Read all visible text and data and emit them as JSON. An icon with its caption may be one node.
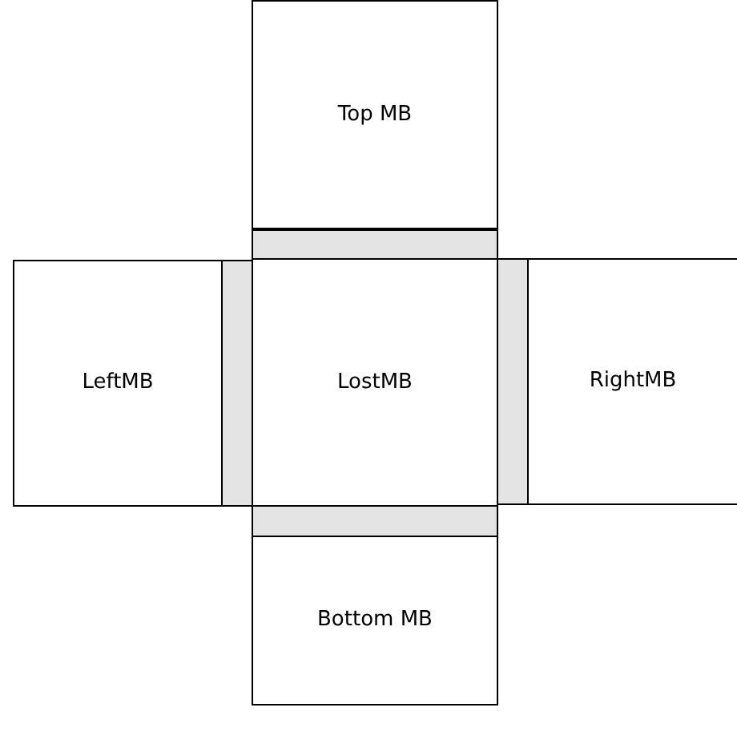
{
  "diagram": {
    "nodes": [
      {
        "text": [
          "Top MB"
        ]
      },
      {
        "text": [],
        "shape": "bar"
      },
      {
        "text": [
          "LeftMB"
        ]
      },
      {
        "text": [],
        "shape": "bar"
      },
      {
        "text": [
          "LostMB"
        ]
      },
      {
        "text": [],
        "shape": "bar"
      },
      {
        "text": [
          "RightMB"
        ]
      },
      {
        "text": [],
        "shape": "bar"
      },
      {
        "text": [
          "Bottom MB"
        ]
      }
    ]
  }
}
